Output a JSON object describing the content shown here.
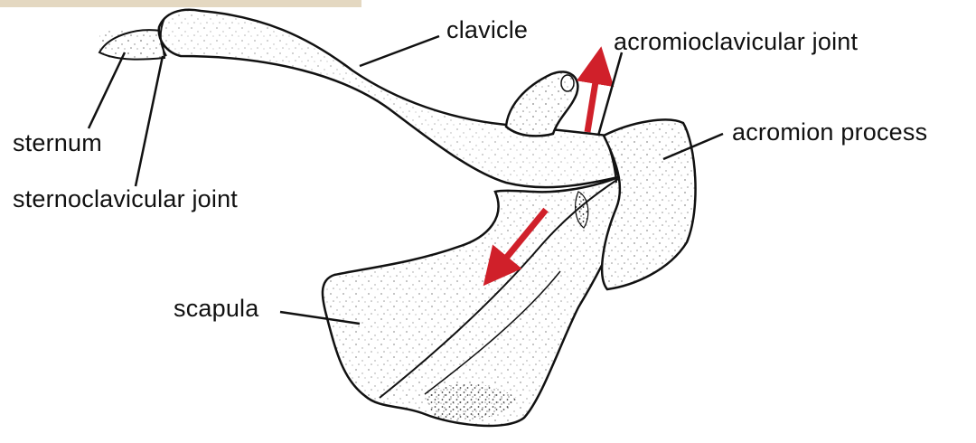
{
  "diagram": {
    "labels": {
      "clavicle": "clavicle",
      "acromioclavicular_joint": "acromioclavicular joint",
      "acromion_process": "acromion process",
      "sternum": "sternum",
      "sternoclavicular_joint": "sternoclavicular joint",
      "scapula": "scapula"
    },
    "colors": {
      "arrow": "#d0202a",
      "outline": "#111111",
      "background_tint": "#d9c7a6"
    }
  }
}
